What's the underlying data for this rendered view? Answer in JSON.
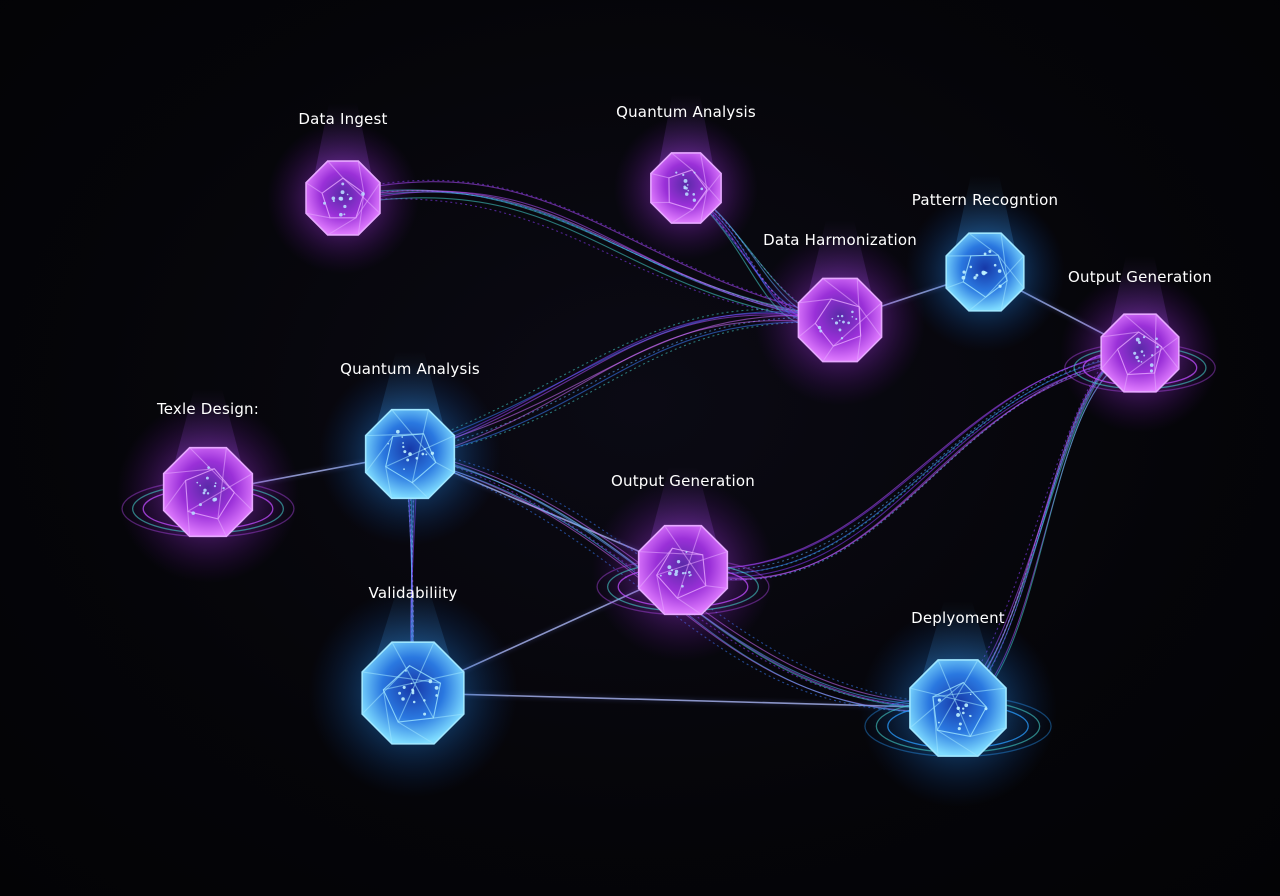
{
  "colors": {
    "background": "#040407",
    "purple": "#c04cff",
    "purple_light": "#e6a8ff",
    "blue": "#2a9cff",
    "blue_light": "#9fe6ff",
    "cyan": "#46d6d0",
    "label": "#ffffff"
  },
  "nodes": [
    {
      "id": "data-ingest",
      "label": "Data Ingest",
      "color": "purple",
      "rings": false
    },
    {
      "id": "quantum-analysis-top",
      "label": "Quantum Analysis",
      "color": "purple",
      "rings": false
    },
    {
      "id": "pattern-recognition",
      "label": "Pattern Recogntion",
      "color": "blue",
      "rings": false
    },
    {
      "id": "data-harmonization",
      "label": "Data Harmonization",
      "color": "purple",
      "rings": false
    },
    {
      "id": "output-generation-right",
      "label": "Output Generation",
      "color": "purple",
      "rings": true
    },
    {
      "id": "texle-design",
      "label": "Texle Design:",
      "color": "purple",
      "rings": true
    },
    {
      "id": "quantum-analysis-mid",
      "label": "Quantum Analysis",
      "color": "blue",
      "rings": false
    },
    {
      "id": "output-generation-center",
      "label": "Output Generation",
      "color": "purple",
      "rings": true
    },
    {
      "id": "validability",
      "label": "Validabiliity",
      "color": "blue",
      "rings": false
    },
    {
      "id": "deplyoment",
      "label": "Deplyoment",
      "color": "blue",
      "rings": true
    }
  ],
  "edges": [
    {
      "from": "texle-design",
      "to": "quantum-analysis-mid",
      "style": "straight"
    },
    {
      "from": "quantum-analysis-mid",
      "to": "output-generation-center",
      "style": "straight"
    },
    {
      "from": "data-harmonization",
      "to": "pattern-recognition",
      "style": "straight"
    },
    {
      "from": "pattern-recognition",
      "to": "output-generation-right",
      "style": "straight"
    },
    {
      "from": "validability",
      "to": "output-generation-center",
      "style": "straight"
    },
    {
      "from": "validability",
      "to": "deplyoment",
      "style": "straight"
    },
    {
      "from": "data-ingest",
      "to": "data-harmonization",
      "style": "bundle"
    },
    {
      "from": "quantum-analysis-top",
      "to": "data-harmonization",
      "style": "bundle"
    },
    {
      "from": "quantum-analysis-mid",
      "to": "data-harmonization",
      "style": "bundle"
    },
    {
      "from": "quantum-analysis-mid",
      "to": "deplyoment",
      "style": "bundle"
    },
    {
      "from": "quantum-analysis-mid",
      "to": "validability",
      "style": "bundle"
    },
    {
      "from": "output-generation-center",
      "to": "output-generation-right",
      "style": "bundle"
    },
    {
      "from": "deplyoment",
      "to": "output-generation-right",
      "style": "bundle"
    }
  ]
}
